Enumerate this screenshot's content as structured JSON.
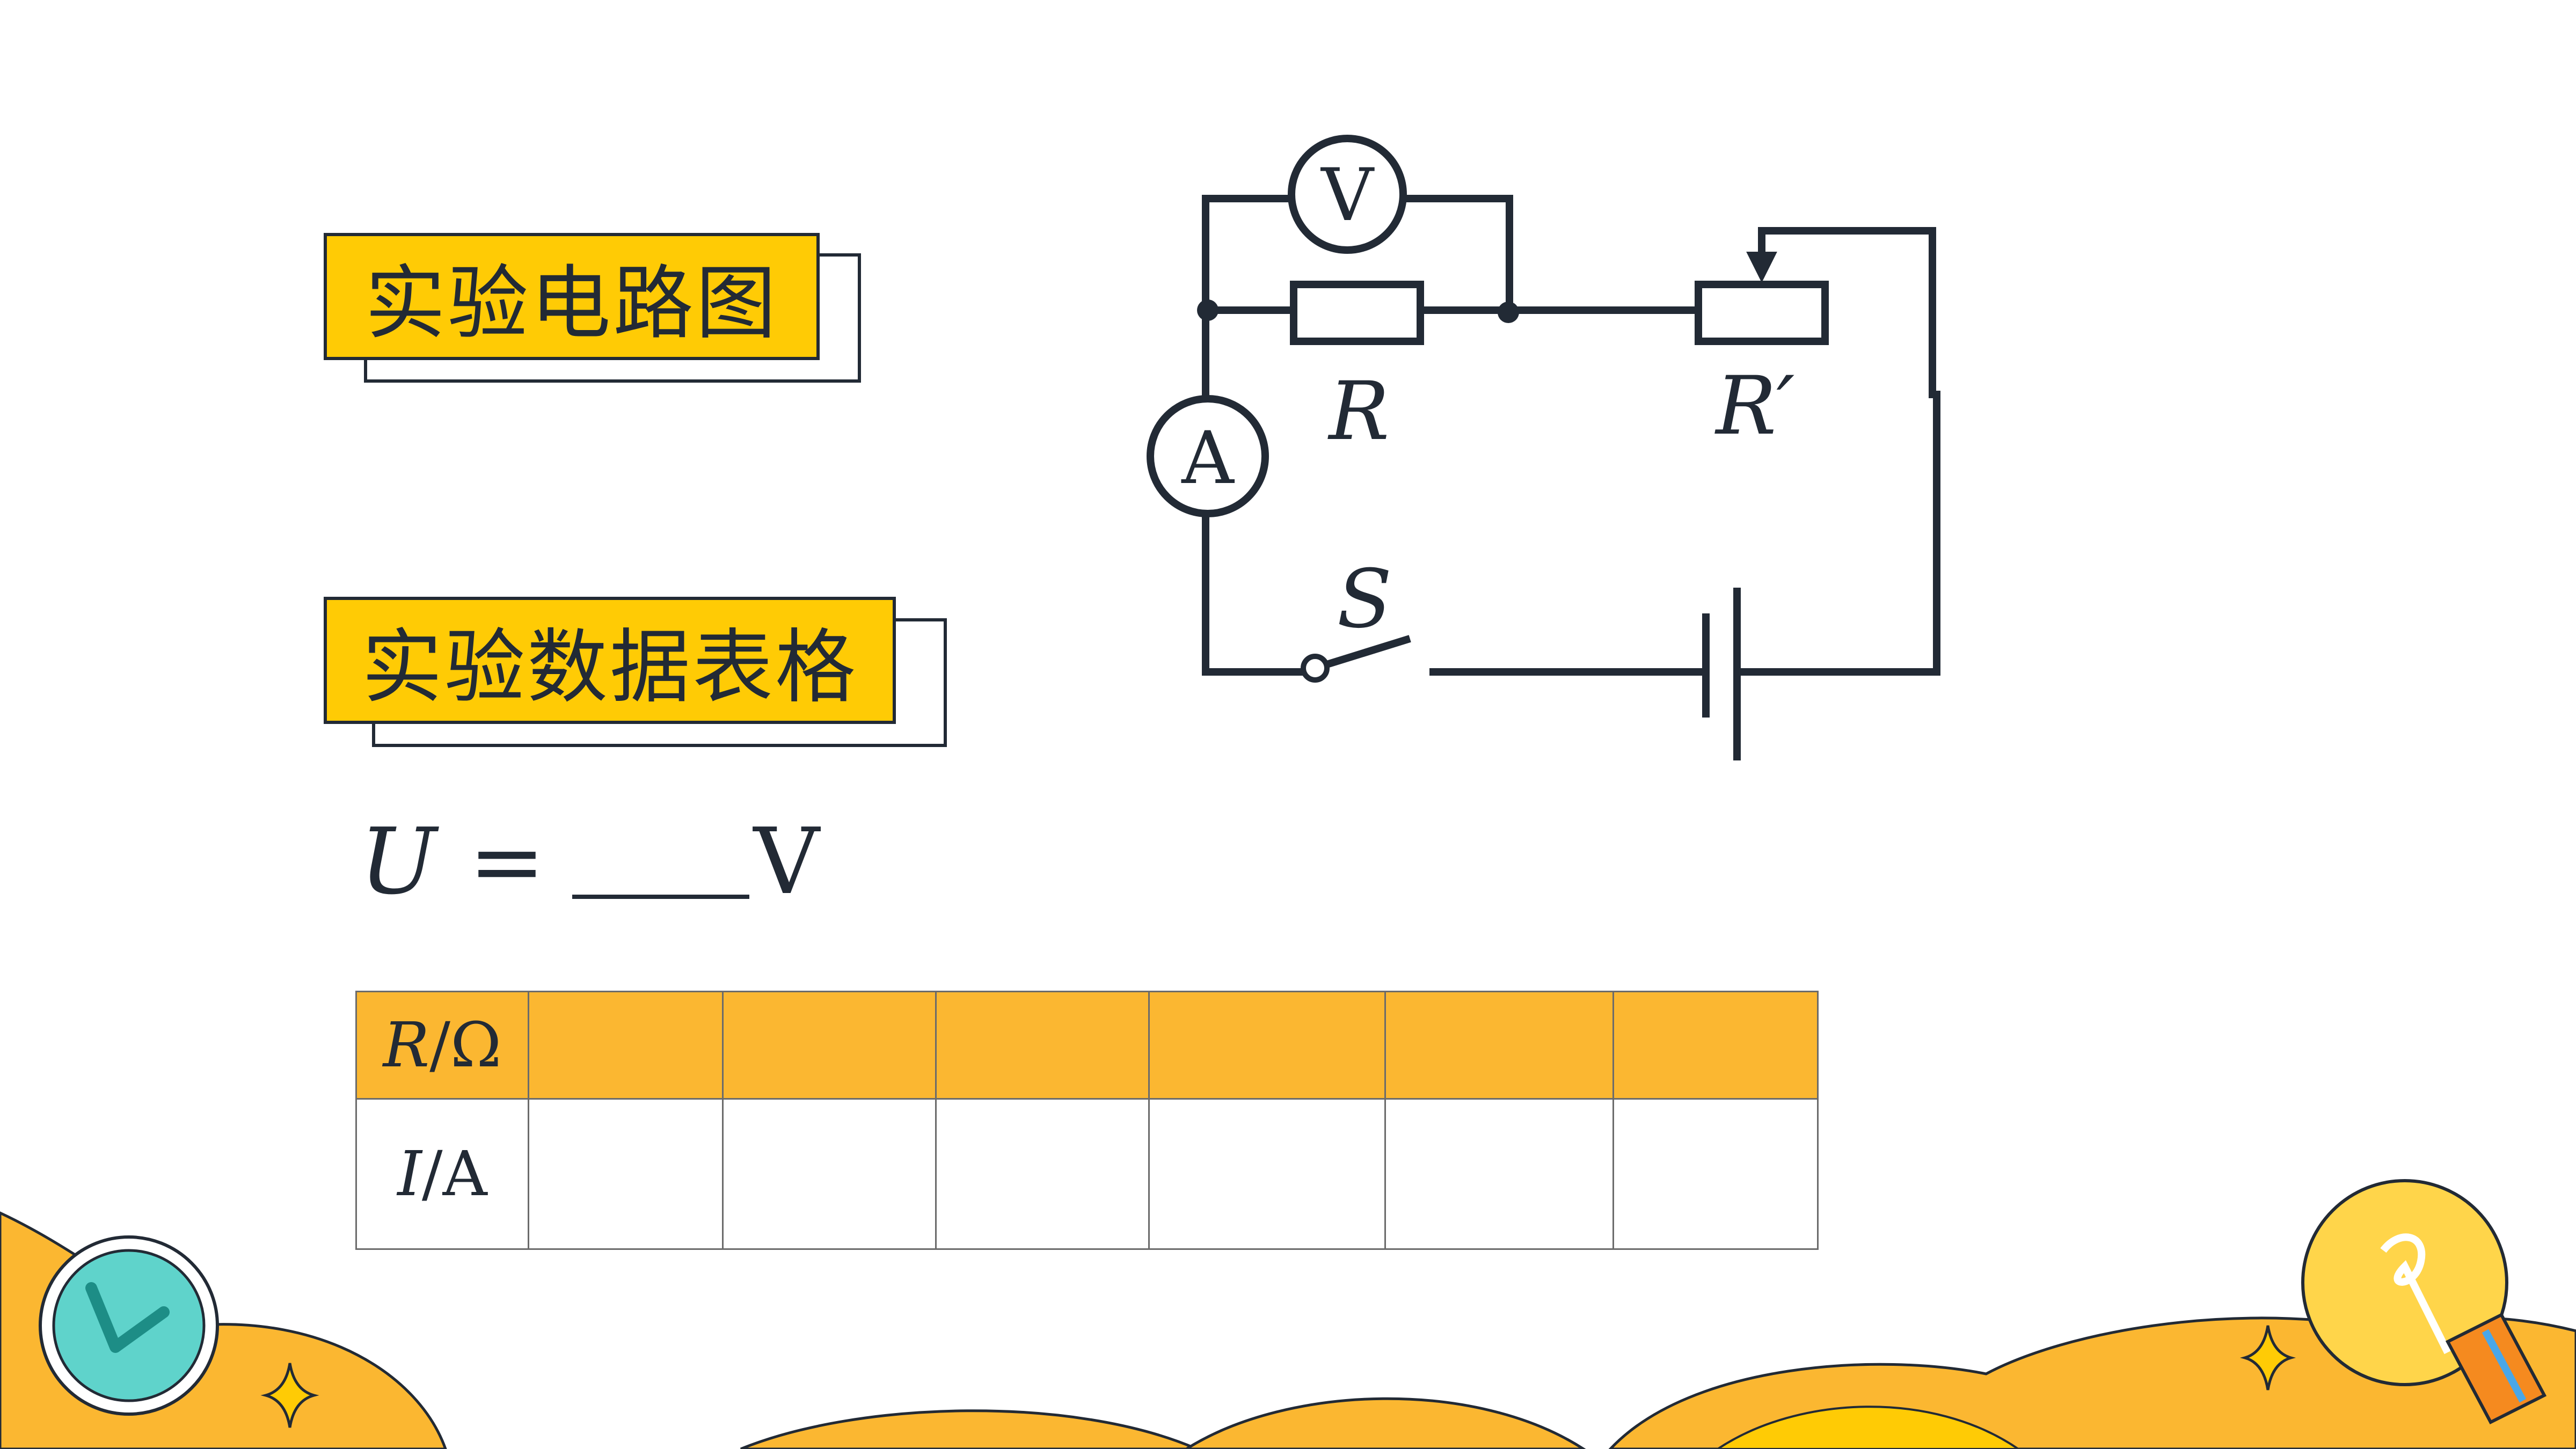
{
  "sections": {
    "circuit_title": "实验电路图",
    "table_title": "实验数据表格"
  },
  "circuit": {
    "voltmeter": "V",
    "ammeter": "A",
    "resistor": "R",
    "rheostat": "R′",
    "switch": "S"
  },
  "formula": {
    "variable": "U",
    "equals": "=",
    "unit": "V"
  },
  "table": {
    "rows": [
      {
        "quantity": "R",
        "unit": "Ω",
        "cells": [
          "",
          "",
          "",
          "",
          "",
          ""
        ]
      },
      {
        "quantity": "I",
        "unit": "A",
        "cells": [
          "",
          "",
          "",
          "",
          "",
          ""
        ]
      }
    ]
  },
  "colors": {
    "accent_yellow": "#ffcb05",
    "table_header": "#fbb731",
    "ink": "#222a35",
    "clock_teal": "#5fd3cb",
    "wave_orange": "#fbb731"
  },
  "icons": [
    "clock-icon",
    "lightbulb-icon",
    "sparkle-icon"
  ]
}
